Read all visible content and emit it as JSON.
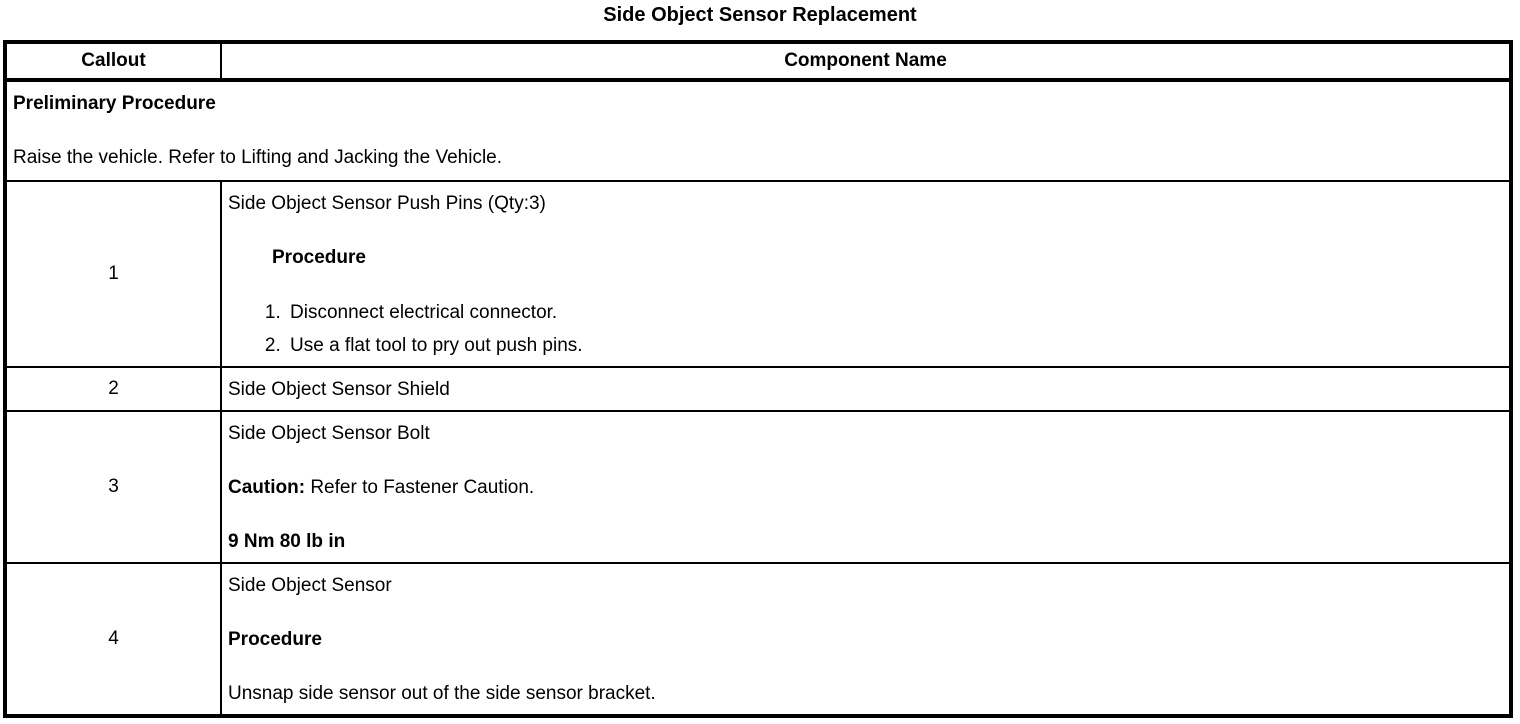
{
  "page": {
    "title": "Side Object Sensor Replacement"
  },
  "colors": {
    "border": "#000000",
    "text": "#000000",
    "background": "#ffffff"
  },
  "table": {
    "headers": [
      "Callout",
      "Component Name"
    ],
    "preliminary": {
      "heading": "Preliminary Procedure",
      "text": "Raise the vehicle. Refer to Lifting and Jacking the Vehicle."
    },
    "rows": [
      {
        "callout": "1",
        "name": "Side Object Sensor Push Pins (Qty:3)",
        "procedure_label": "Procedure",
        "steps": [
          "Disconnect electrical connector.",
          "Use a flat tool to pry out push pins."
        ]
      },
      {
        "callout": "2",
        "name": "Side Object Sensor Shield"
      },
      {
        "callout": "3",
        "name": "Side Object Sensor Bolt",
        "caution_label": "Caution:",
        "caution_text": " Refer to Fastener Caution.",
        "torque_spec": "9 Nm 80 lb in"
      },
      {
        "callout": "4",
        "name": "Side Object Sensor",
        "procedure_label": "Procedure",
        "procedure_text": "Unsnap side sensor out of the side sensor bracket."
      }
    ]
  }
}
